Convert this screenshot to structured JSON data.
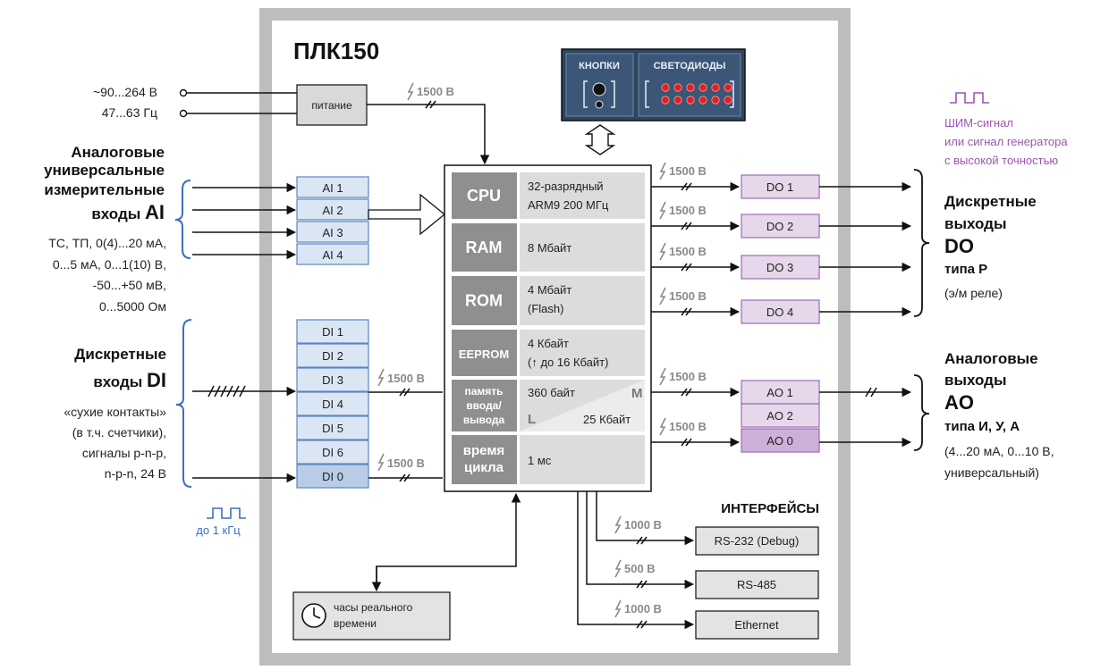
{
  "title": "ПЛК150",
  "power": {
    "inputs": [
      "~90...264 В",
      "47...63 Гц"
    ],
    "block": "питание",
    "isolation": "1500 В"
  },
  "panel": {
    "buttons_label": "КНОПКИ",
    "leds_label": "СВЕТОДИОДЫ"
  },
  "ai": {
    "heading": [
      "Аналоговые",
      "универсальные",
      "измерительные",
      "входы "
    ],
    "heading_bold": "AI",
    "desc": [
      "ТС, ТП, 0(4)...20 мА,",
      "0...5 мА, 0...1(10) В,",
      "-50...+50 мВ,",
      "0...5000 Ом"
    ],
    "channels": [
      "AI 1",
      "AI 2",
      "AI 3",
      "AI 4"
    ]
  },
  "di": {
    "heading": [
      "Дискретные",
      "входы "
    ],
    "heading_bold": "DI",
    "desc": [
      "«сухие контакты»",
      "(в т.ч. счетчики),",
      "сигналы p-n-p,",
      "n-p-n, 24 В"
    ],
    "channels": [
      "DI 1",
      "DI 2",
      "DI 3",
      "DI 4",
      "DI 5",
      "DI 6",
      "DI 0"
    ],
    "isolation": "1500 В",
    "pulse_note": "до 1 кГц"
  },
  "cpu": {
    "rows": [
      {
        "name": "CPU",
        "value1": "32-разрядный",
        "value2": "ARM9  200 МГц"
      },
      {
        "name": "RAM",
        "value1": "8 Мбайт",
        "value2": ""
      },
      {
        "name": "ROM",
        "value1": "4 Мбайт",
        "value2": "(Flash)"
      },
      {
        "name": "EEPROM",
        "value1": "4 Кбайт",
        "value2": "(↑ до 16 Кбайт)"
      }
    ],
    "memio": {
      "name": [
        "память",
        "ввода/",
        "вывода"
      ],
      "m_value": "360 байт",
      "m_tag": "M",
      "l_tag": "L",
      "l_value": "25 Кбайт"
    },
    "cycle": {
      "name": [
        "время",
        "цикла"
      ],
      "value": "1 мс"
    }
  },
  "do": {
    "pwm_note": [
      "ШИМ-сигнал",
      "или сигнал генератора",
      "с высокой точностью"
    ],
    "channels": [
      "DO 1",
      "DO 2",
      "DO 3",
      "DO 4"
    ],
    "isolation": "1500 В",
    "heading": [
      "Дискретные",
      "выходы"
    ],
    "heading_big": "DO",
    "type": "типа Р",
    "note": "(э/м реле)"
  },
  "ao": {
    "channels": [
      "AO 1",
      "AO 2",
      "AO 0"
    ],
    "isolation": "1500 В",
    "heading": [
      "Аналоговые",
      "выходы"
    ],
    "heading_big": "AO",
    "type": "типа И, У, А",
    "note": [
      "(4...20 мА, 0...10 В,",
      "универсальный)"
    ]
  },
  "interfaces": {
    "title": "ИНТЕРФЕЙСЫ",
    "items": [
      {
        "label": "RS-232 (Debug)",
        "isolation": "1000 В"
      },
      {
        "label": "RS-485",
        "isolation": "500 В"
      },
      {
        "label": "Ethernet",
        "isolation": "1000 В"
      }
    ]
  },
  "rtc": {
    "label": [
      "часы реального",
      "времени"
    ]
  },
  "colors": {
    "frame": "#bdbdbd",
    "ai_fill": "#dbe6f4",
    "ai_stroke": "#5b87c2",
    "do_fill": "#e6d7ea",
    "do_stroke": "#9c6bb0",
    "ao_dark": "#cdb0d8",
    "cpu_dark": "#8f8f8f",
    "cpu_light": "#dcdcdc",
    "panel": "#2f4560",
    "led": "#e02020",
    "isolation": "#8a8a8a",
    "blue_note": "#3c6fbf",
    "purple_note": "#9b56b0"
  }
}
